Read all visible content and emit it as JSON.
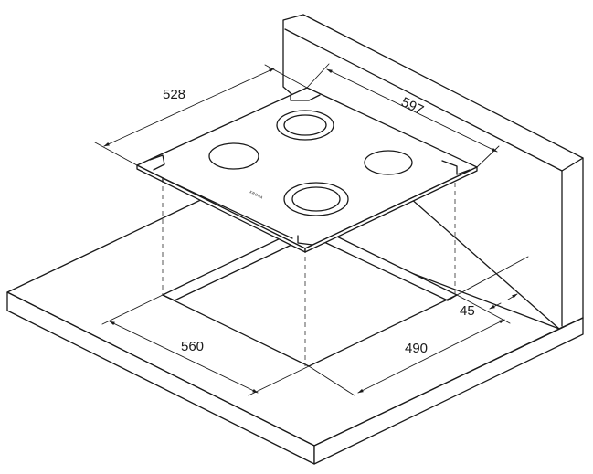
{
  "dimensions": {
    "hob_depth": "528",
    "hob_width": "597",
    "cutout_width": "560",
    "cutout_depth": "490",
    "wall_offset": "45"
  },
  "brand": "KRONA"
}
